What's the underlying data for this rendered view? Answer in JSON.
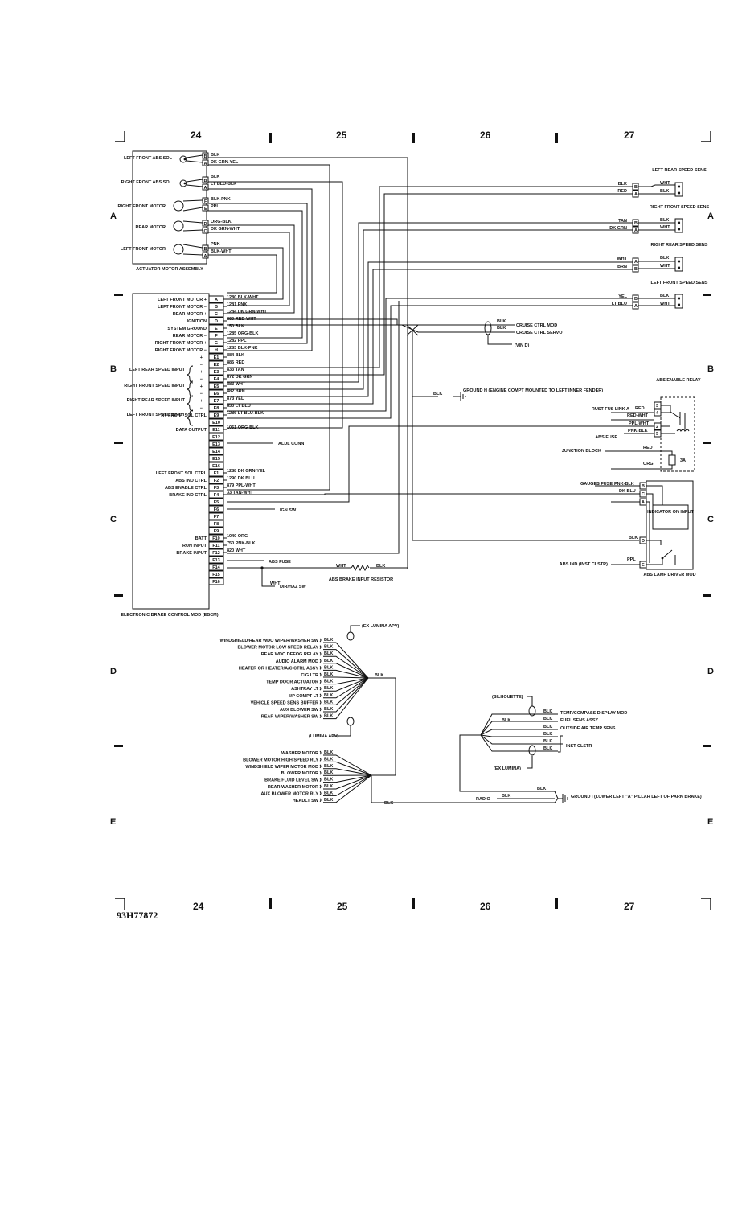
{
  "grid": {
    "columns": [
      "24",
      "25",
      "26",
      "27"
    ],
    "rows": [
      "A",
      "B",
      "C",
      "D",
      "E"
    ]
  },
  "figure_id": "93H77872",
  "actuator": {
    "title": "ACTUATOR MOTOR ASSEMBLY",
    "components": [
      {
        "label": "LEFT FRONT ABS SOL",
        "pins": [
          "B",
          "A"
        ],
        "wires": [
          "BLK",
          "DK GRN-YEL"
        ]
      },
      {
        "label": "RIGHT FRONT ABS SOL",
        "pins": [
          "B",
          "A"
        ],
        "wires": [
          "BLK",
          "LT BLU-BLK"
        ]
      },
      {
        "label": "RIGHT FRONT MOTOR",
        "pins": [
          "F",
          "E"
        ],
        "wires": [
          "BLK-PNK",
          "PPL"
        ]
      },
      {
        "label": "REAR MOTOR",
        "pins": [
          "D",
          "C"
        ],
        "wires": [
          "ORG-BLK",
          "DK GRN-WHT"
        ]
      },
      {
        "label": "LEFT FRONT MOTOR",
        "pins": [
          "B",
          "A"
        ],
        "wires": [
          "PNK",
          "BLK-WHT"
        ]
      }
    ]
  },
  "ebcm": {
    "title": "ELECTRONIC BRAKE CONTROL MOD (EBCM)",
    "pins": [
      {
        "pin": "A",
        "label": "LEFT FRONT MOTOR +",
        "wire": "1280 BLK-WHT"
      },
      {
        "pin": "B",
        "label": "LEFT FRONT MOTOR −",
        "wire": "1281 PNK"
      },
      {
        "pin": "C",
        "label": "REAR MOTOR +",
        "wire": "1284 DK GRN-WHT"
      },
      {
        "pin": "D",
        "label": "IGNITION",
        "wire": "860 RED-WHT"
      },
      {
        "pin": "E",
        "label": "SYSTEM GROUND",
        "wire": "150 BLK"
      },
      {
        "pin": "F",
        "label": "REAR MOTOR −",
        "wire": "1285 ORG-BLK"
      },
      {
        "pin": "G",
        "label": "RIGHT FRONT MOTOR +",
        "wire": "1282 PPL"
      },
      {
        "pin": "H",
        "label": "RIGHT FRONT MOTOR −",
        "wire": "1283 BLK-PNK"
      },
      {
        "pin": "E1",
        "label": "+",
        "wire": "884 BLK"
      },
      {
        "pin": "E2",
        "label": "−",
        "wire": "885 RED"
      },
      {
        "pin": "E3",
        "label": "+",
        "wire": "833 TAN"
      },
      {
        "pin": "E4",
        "label": "−",
        "wire": "872 DK GRN"
      },
      {
        "pin": "E5",
        "label": "+",
        "wire": "883 WHT"
      },
      {
        "pin": "E6",
        "label": "−",
        "wire": "882 BRN"
      },
      {
        "pin": "E7",
        "label": "+",
        "wire": "873 YEL"
      },
      {
        "pin": "E8",
        "label": "−",
        "wire": "830 LT BLU"
      },
      {
        "pin": "E9",
        "label": "RT FRONT SOL CTRL",
        "wire": "1286 LT BLU-BLK"
      },
      {
        "pin": "E10",
        "label": "",
        "wire": ""
      },
      {
        "pin": "E11",
        "label": "DATA OUTPUT",
        "wire": "1061 ORG-BLK"
      },
      {
        "pin": "E12",
        "label": "",
        "wire": ""
      },
      {
        "pin": "E13",
        "label": "",
        "wire": ""
      },
      {
        "pin": "E14",
        "label": "",
        "wire": ""
      },
      {
        "pin": "E15",
        "label": "",
        "wire": ""
      },
      {
        "pin": "E16",
        "label": "",
        "wire": ""
      },
      {
        "pin": "F1",
        "label": "LEFT FRONT SOL CTRL",
        "wire": "1288 DK GRN-YEL"
      },
      {
        "pin": "F2",
        "label": "ABS IND CTRL",
        "wire": "1290 DK BLU"
      },
      {
        "pin": "F3",
        "label": "ABS ENABLE CTRL",
        "wire": "879 PPL-WHT"
      },
      {
        "pin": "F4",
        "label": "BRAKE IND CTRL",
        "wire": "33 TAN-WHT"
      },
      {
        "pin": "F5",
        "label": "",
        "wire": ""
      },
      {
        "pin": "F6",
        "label": "",
        "wire": ""
      },
      {
        "pin": "F7",
        "label": "",
        "wire": ""
      },
      {
        "pin": "F8",
        "label": "",
        "wire": ""
      },
      {
        "pin": "F9",
        "label": "",
        "wire": ""
      },
      {
        "pin": "F10",
        "label": "BATT",
        "wire": "1040 ORG"
      },
      {
        "pin": "F11",
        "label": "RUN INPUT",
        "wire": "750 PNK-BLK"
      },
      {
        "pin": "F12",
        "label": "BRAKE INPUT",
        "wire": "820 WHT"
      },
      {
        "pin": "F13",
        "label": "",
        "wire": ""
      },
      {
        "pin": "F14",
        "label": "",
        "wire": ""
      },
      {
        "pin": "F15",
        "label": "",
        "wire": ""
      },
      {
        "pin": "F16",
        "label": "",
        "wire": ""
      }
    ],
    "speed_groups": [
      "LEFT REAR SPEED INPUT",
      "RIGHT FRONT SPEED INPUT",
      "RIGHT REAR SPEED INPUT",
      "LEFT FRONT SPEED INPUT"
    ]
  },
  "speed_sensors": [
    {
      "label": "LEFT REAR SPEED SENS",
      "pins": [
        "B",
        "A"
      ],
      "in": [
        "BLK",
        "RED"
      ],
      "out": [
        "WHT",
        "BLK"
      ]
    },
    {
      "label": "RIGHT FRONT SPEED SENS",
      "pins": [
        "B",
        "A"
      ],
      "in": [
        "TAN",
        "DK GRN"
      ],
      "out": [
        "BLK",
        "WHT"
      ]
    },
    {
      "label": "RIGHT REAR SPEED SENS",
      "pins": [
        "A",
        "B"
      ],
      "in": [
        "WHT",
        "BRN"
      ],
      "out": [
        "BLK",
        "WHT"
      ]
    },
    {
      "label": "LEFT FRONT SPEED SENS",
      "pins": [
        "B",
        "A"
      ],
      "in": [
        "YEL",
        "LT BLU"
      ],
      "out": [
        "BLK",
        "WHT"
      ]
    }
  ],
  "cruise": {
    "wires": [
      "BLK",
      "BLK"
    ],
    "targets": [
      "CRUISE CTRL MOD",
      "CRUISE CTRL SERVO"
    ],
    "note": "(VIN D)"
  },
  "ground_h": {
    "wire": "BLK",
    "label": "GROUND H (ENGINE COMPT MOUNTED TO LEFT INNER FENDER)"
  },
  "relay": {
    "title": "ABS ENABLE RELAY",
    "inputs": [
      {
        "label": "RUST FUS LINK A",
        "wire": "RED",
        "pin": "3"
      },
      {
        "label": "",
        "wire": "RED-WHT",
        "pin": "4"
      },
      {
        "label": "",
        "wire": "PPL-WHT",
        "pin": "2"
      },
      {
        "label": "ABS FUSE",
        "wire": "PNK-BLK",
        "pin": "5"
      }
    ],
    "junction": {
      "label": "JUNCTION BLOCK",
      "wires": [
        "RED",
        "ORG"
      ],
      "fuse": "3A"
    }
  },
  "driver": {
    "title": "ABS LAMP DRIVER MOD",
    "indicator": "INDICATOR ON INPUT",
    "inputs": [
      {
        "label": "GAUGES FUSE",
        "wire": "PNK-BLK",
        "pin": "B"
      },
      {
        "label": "",
        "wire": "DK BLU",
        "pin": "C"
      },
      {
        "label": "",
        "wire": "",
        "pin": "A"
      },
      {
        "label": "",
        "wire": "BLK",
        "pin": "D"
      },
      {
        "label": "ABS IND (INST CLSTR)",
        "wire": "PPL",
        "pin": "E"
      }
    ]
  },
  "misc": {
    "aldl": "ALDL CONN",
    "ign_sw": "IGN SW",
    "abs_fuse": "ABS FUSE",
    "dir_haz": "DIR/HAZ SW",
    "wht": "WHT",
    "blk": "BLK",
    "resistor": "ABS BRAKE INPUT RESISTOR"
  },
  "ground_list_1": {
    "note_top": "(EX LUMINA APV)",
    "note_bottom": "(LUMINA APV)",
    "items": [
      "WINDSHIELD/REAR WDO WIPER/WASHER SW",
      "BLOWER MOTOR LOW SPEED RELAY",
      "REAR WDO DEFOG RELAY",
      "AUDIO ALARM MOD",
      "HEATER OR HEATER/A/C CTRL ASSY",
      "CIG LTR",
      "TEMP DOOR ACTUATOR",
      "ASHTRAY LT",
      "I/P COMPT LT",
      "VEHICLE SPEED SENS BUFFER",
      "AUX BLOWER SW",
      "REAR WIPER/WASHER SW"
    ],
    "wire": "BLK"
  },
  "ground_list_2": {
    "items": [
      "WASHER MOTOR",
      "BLOWER MOTOR HIGH SPEED RLY",
      "WINDSHIELD WIPER MOTOR MOD",
      "BLOWER MOTOR",
      "BRAKE FLUID LEVEL SW",
      "REAR WASHER MOTOR",
      "AUX BLOWER MOTOR RLY",
      "HEADLT SW"
    ],
    "wire": "BLK"
  },
  "cluster": {
    "note_top": "(SILHOUETTE)",
    "note_bottom": "(EX LUMINA)",
    "items": [
      "TEMP/COMPASS DISPLAY MOD",
      "FUEL SENS ASSY",
      "OUTSIDE AIR TEMP SENS"
    ],
    "inst": "INST CLSTR",
    "wire": "BLK",
    "radio": "RADIO"
  },
  "ground_i": {
    "label": "GROUND I (LOWER LEFT \"A\" PILLAR LEFT OF PARK BRAKE)"
  }
}
